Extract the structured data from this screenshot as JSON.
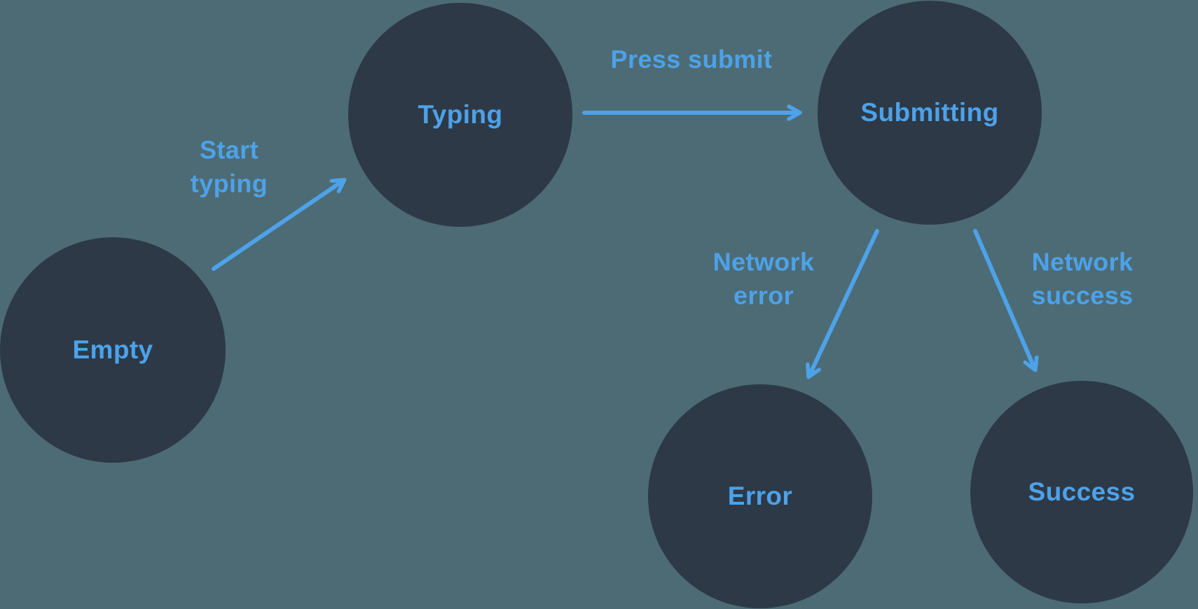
{
  "diagram": {
    "type": "state-machine",
    "nodes": [
      {
        "id": "empty",
        "label": "Empty"
      },
      {
        "id": "typing",
        "label": "Typing"
      },
      {
        "id": "submitting",
        "label": "Submitting"
      },
      {
        "id": "error",
        "label": "Error"
      },
      {
        "id": "success",
        "label": "Success"
      }
    ],
    "edges": [
      {
        "id": "start-typing",
        "from": "empty",
        "to": "typing",
        "label": "Start\ntyping"
      },
      {
        "id": "press-submit",
        "from": "typing",
        "to": "submitting",
        "label": "Press submit"
      },
      {
        "id": "network-error",
        "from": "submitting",
        "to": "error",
        "label": "Network\nerror"
      },
      {
        "id": "network-success",
        "from": "submitting",
        "to": "success",
        "label": "Network\nsuccess"
      }
    ]
  },
  "colors": {
    "background": "#4d6b74",
    "node_fill": "#2d3947",
    "accent": "#4da2e9"
  }
}
